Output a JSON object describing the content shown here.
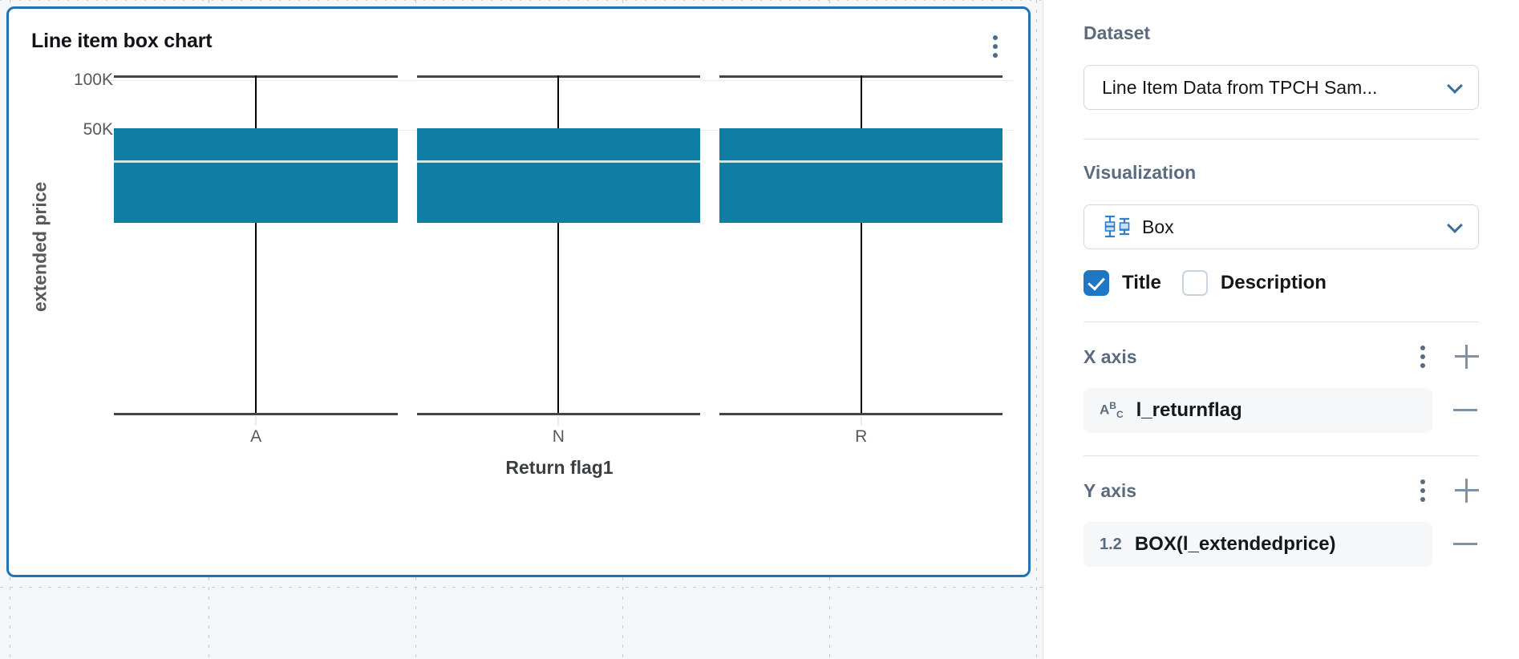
{
  "widget": {
    "title": "Line item box chart",
    "menu_icon": "kebab-menu-icon"
  },
  "chart_data": {
    "type": "box",
    "title": "Line item box chart",
    "xlabel": "Return flag1",
    "ylabel": "extended price",
    "categories": [
      "A",
      "N",
      "R"
    ],
    "ytick_labels": [
      "100K",
      "50K"
    ],
    "ytick_values": [
      100000,
      50000
    ],
    "ylim": [
      0,
      112000
    ],
    "grid": true,
    "legend": null,
    "box_color": "#0f7da4",
    "median_color": "#cfe3ec",
    "whisker_color": "#000000",
    "boxes": [
      {
        "category": "A",
        "whisker_high": 104000,
        "q3": 52000,
        "median": 43000,
        "q1": 28000,
        "whisker_low": 900
      },
      {
        "category": "N",
        "whisker_high": 104000,
        "q3": 52000,
        "median": 43000,
        "q1": 28000,
        "whisker_low": 900
      },
      {
        "category": "R",
        "whisker_high": 104000,
        "q3": 52000,
        "median": 43000,
        "q1": 28000,
        "whisker_low": 900
      }
    ]
  },
  "panel": {
    "dataset": {
      "section_label": "Dataset",
      "selected": "Line Item Data from TPCH Sam...",
      "chevron_icon": "chevron-down-icon"
    },
    "visualization": {
      "section_label": "Visualization",
      "selected": "Box",
      "icon": "box-plot-icon",
      "chevron_icon": "chevron-down-icon",
      "toggles": [
        {
          "label": "Title",
          "checked": true
        },
        {
          "label": "Description",
          "checked": false
        }
      ]
    },
    "x_axis": {
      "section_label": "X axis",
      "menu_icon": "kebab-menu-icon",
      "add_icon": "plus-icon",
      "fields": [
        {
          "type_badge": "ABC",
          "name": "l_returnflag",
          "remove_icon": "minus-icon"
        }
      ]
    },
    "y_axis": {
      "section_label": "Y axis",
      "menu_icon": "kebab-menu-icon",
      "add_icon": "plus-icon",
      "fields": [
        {
          "type_badge": "1.2",
          "name": "BOX(l_extendedprice)",
          "remove_icon": "minus-icon"
        }
      ]
    }
  },
  "colors": {
    "selection_border": "#2272b4",
    "accent": "#1f76c2",
    "series": "#0f7da4"
  }
}
